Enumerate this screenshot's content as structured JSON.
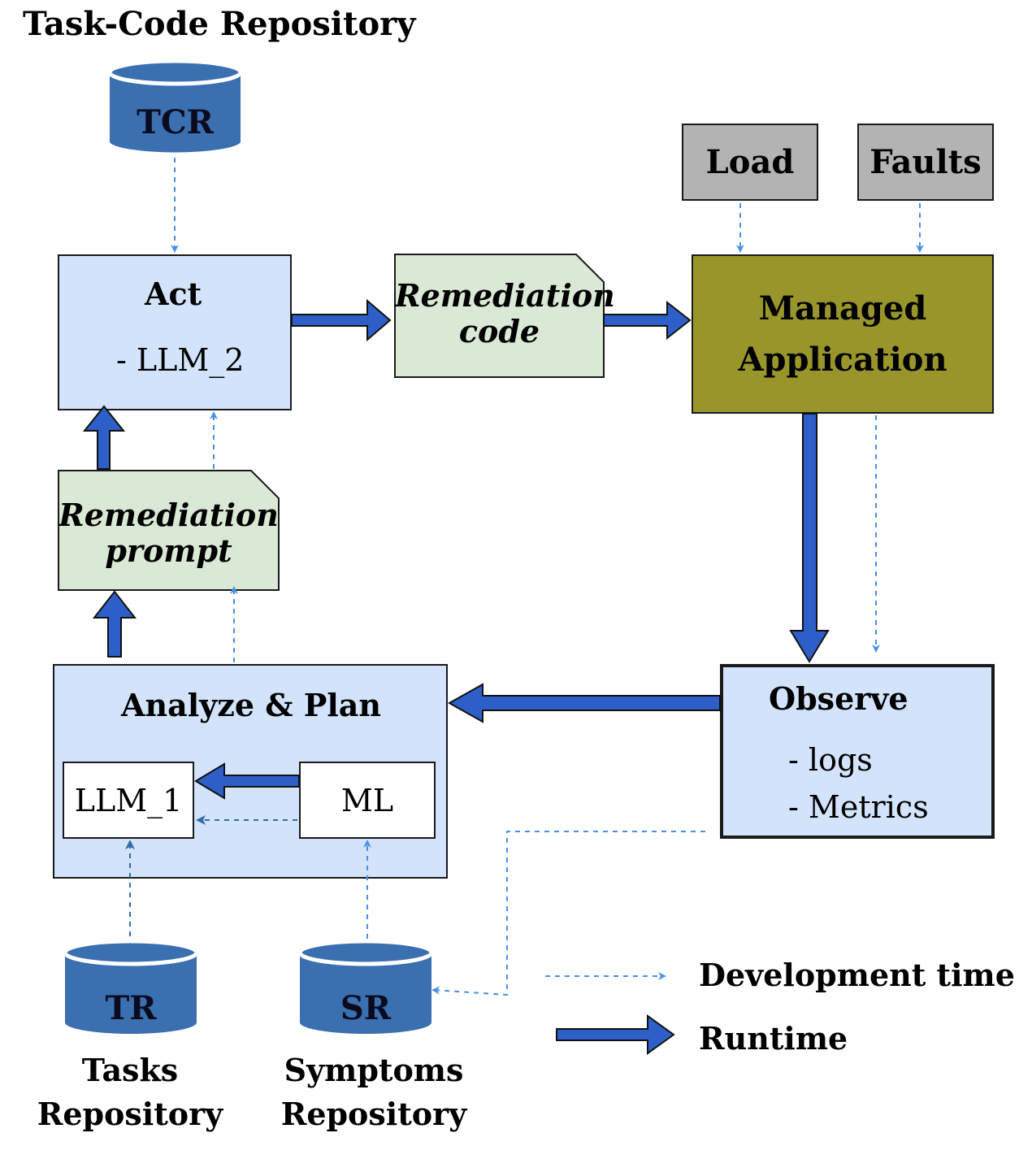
{
  "title": "Task-Code Repository",
  "databases": {
    "tcr": "TCR",
    "tr": "TR",
    "sr": "SR"
  },
  "act": {
    "heading": "Act",
    "item": "- LLM_2"
  },
  "remediation_code": {
    "line1": "Remediation",
    "line2": "code"
  },
  "remediation_prompt": {
    "line1": "Remediation",
    "line2": "prompt"
  },
  "load": "Load",
  "faults": "Faults",
  "managed_app": {
    "line1": "Managed",
    "line2": "Application"
  },
  "observe": {
    "heading": "Observe",
    "items": [
      "- logs",
      "- Metrics"
    ]
  },
  "analyze": {
    "heading": "Analyze & Plan",
    "llm1": "LLM_1",
    "ml": "ML"
  },
  "captions": {
    "tasks_line1": "Tasks",
    "tasks_line2": "Repository",
    "symptoms_line1": "Symptoms",
    "symptoms_line2": "Repository"
  },
  "legend": {
    "development": "Development time",
    "runtime": "Runtime"
  },
  "colors": {
    "box_blue": "#d2e3fb",
    "doc_green": "#dae8d6",
    "olive": "#98952a",
    "gray": "#b3b3b3",
    "arrow_blue": "#2e5fc8",
    "db_blue": "#3a6fb0",
    "dashed_blue": "#4a90e8"
  }
}
